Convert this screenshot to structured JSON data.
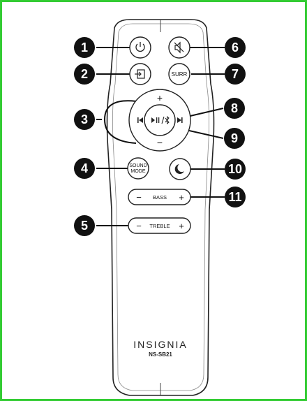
{
  "colors": {
    "frame": "#33cc33",
    "remote_outline": "#222222",
    "callout_fill": "#111111",
    "leader": "#111111"
  },
  "remote": {
    "brand": "INSIGNIA",
    "model": "NS-SB21"
  },
  "buttons": {
    "power": {
      "icon": "power-icon"
    },
    "mute": {
      "icon": "mute-icon"
    },
    "input": {
      "icon": "input-icon"
    },
    "surround": {
      "label": "SURR"
    },
    "volume_up": {
      "label": "+"
    },
    "volume_down": {
      "label": "−"
    },
    "previous": {
      "icon": "previous-track-icon"
    },
    "next": {
      "icon": "next-track-icon"
    },
    "play_pause_bt": {
      "icon": "play-pause-bluetooth-icon"
    },
    "sound_mode": {
      "line1": "SOUND",
      "line2": "MODE"
    },
    "night": {
      "icon": "moon-icon"
    },
    "bass": {
      "minus": "−",
      "label": "BASS",
      "plus": "+"
    },
    "treble": {
      "minus": "−",
      "label": "TREBLE",
      "plus": "+"
    }
  },
  "callouts": [
    "1",
    "2",
    "3",
    "4",
    "5",
    "6",
    "7",
    "8",
    "9",
    "10",
    "11"
  ]
}
